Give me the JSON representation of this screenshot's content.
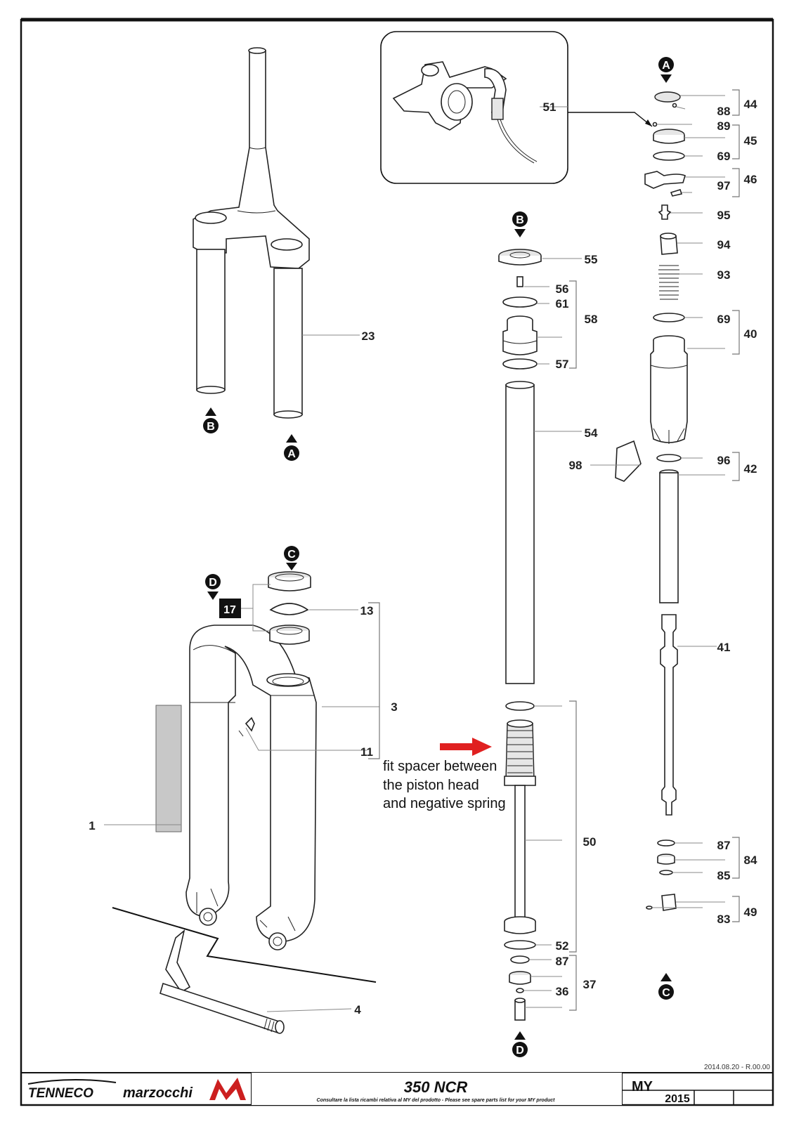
{
  "title_block": {
    "brand_left": "TENNECO",
    "brand_right": "marzocchi",
    "model": "350 NCR",
    "note": "Consultare la lista ricambi relativa al MY del prodotto - Please see spare parts list for your MY product",
    "my_label": "MY",
    "my_year": "2015",
    "date_rev": "2014.08.20 - R.00.00"
  },
  "markers": {
    "A": "A",
    "B": "B",
    "C": "C",
    "D": "D"
  },
  "annotation": {
    "line1": "fit spacer between",
    "line2": "the piston head",
    "line3": "and negative spring",
    "arrow_color": "#e02020"
  },
  "callouts": {
    "p1": "1",
    "p3": "3",
    "p4": "4",
    "p11": "11",
    "p13": "13",
    "p17": "17",
    "p23": "23",
    "p36": "36",
    "p37": "37",
    "p40": "40",
    "p41": "41",
    "p42": "42",
    "p44": "44",
    "p45": "45",
    "p46": "46",
    "p49": "49",
    "p50": "50",
    "p51": "51",
    "p52": "52",
    "p54": "54",
    "p55": "55",
    "p56": "56",
    "p57": "57",
    "p58": "58",
    "p61": "61",
    "p69a": "69",
    "p69b": "69",
    "p83": "83",
    "p84": "84",
    "p85": "85",
    "p87a": "87",
    "p87b": "87",
    "p88": "88",
    "p89": "89",
    "p93": "93",
    "p94": "94",
    "p95": "95",
    "p96": "96",
    "p97": "97",
    "p98": "98"
  }
}
